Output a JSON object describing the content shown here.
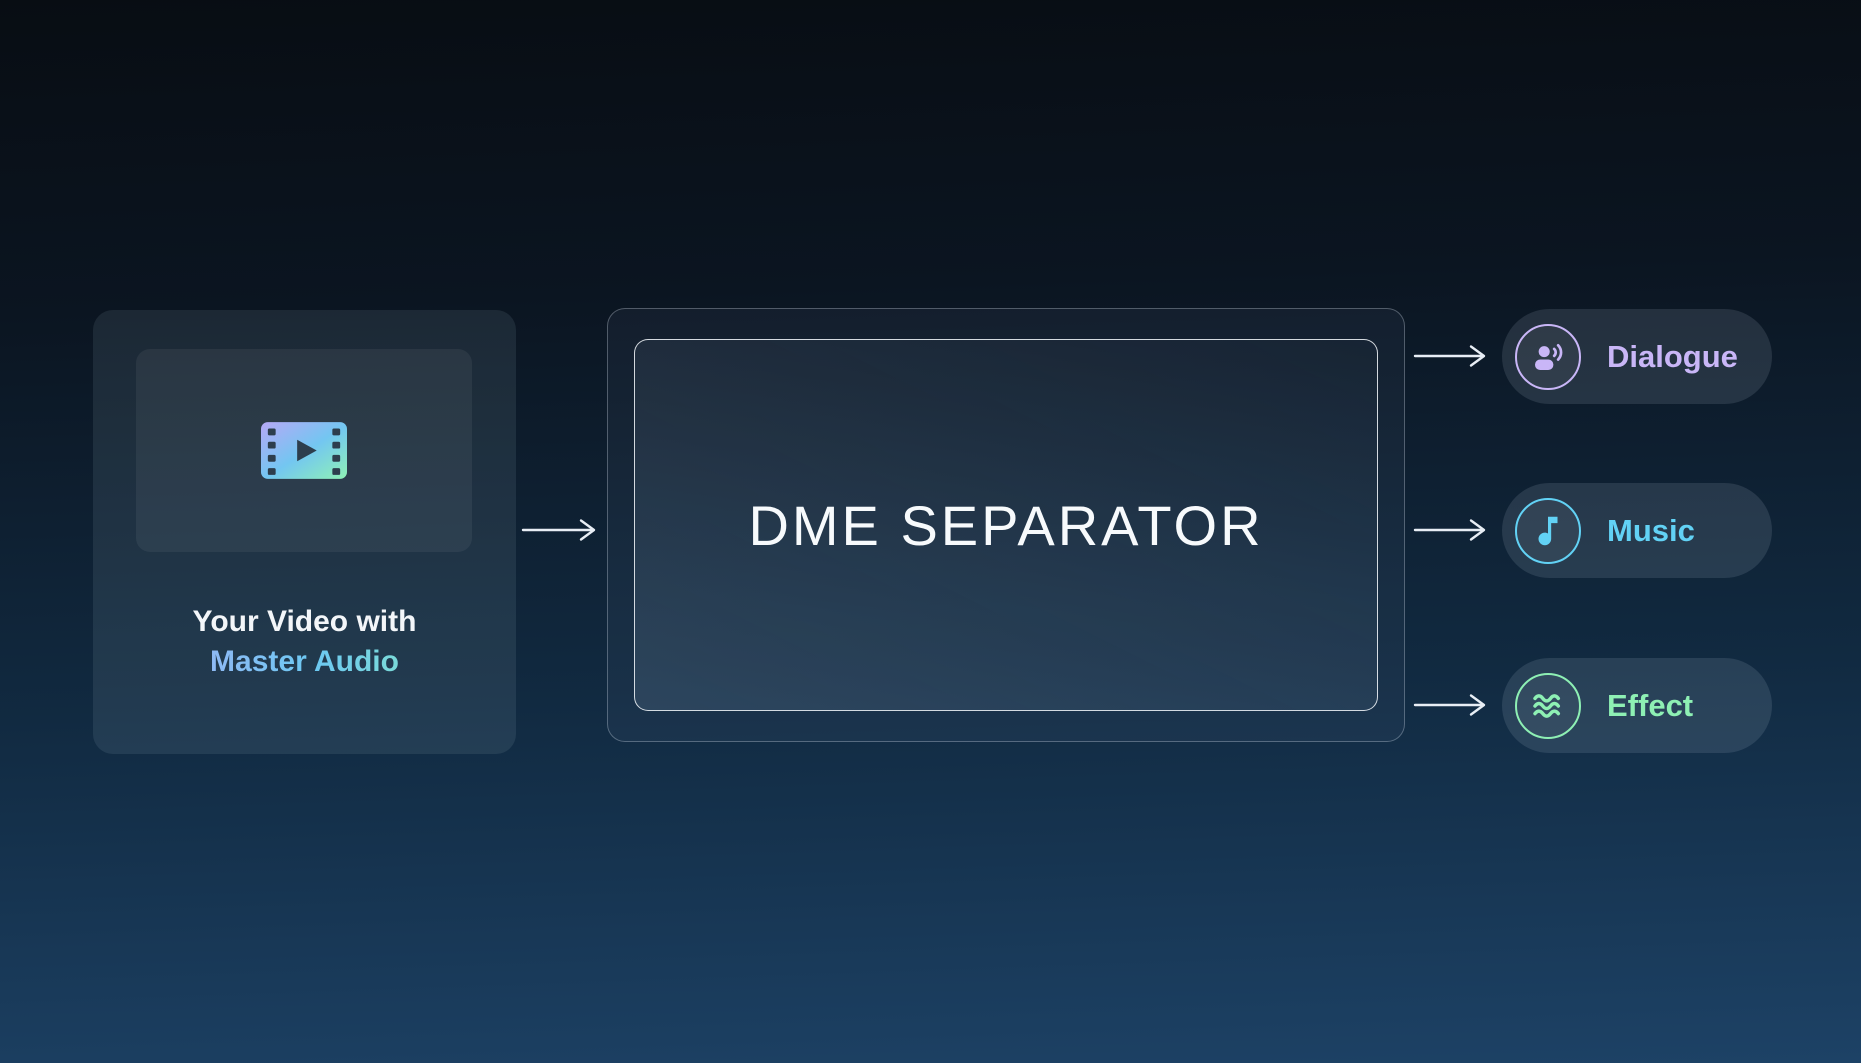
{
  "colors": {
    "background_top": "#080d13",
    "background_bottom": "#1d4266",
    "arrow": "#e8eef5",
    "separator_title_text": "#f7fafc",
    "caption_white": "#f3f6f9",
    "accent_gradient_purple": "#b6a8f6",
    "accent_gradient_blue": "#6cc8f2",
    "accent_gradient_green": "#8df2b6"
  },
  "input_card": {
    "icon": "film-play-icon",
    "title_line1": "Your Video with",
    "title_line2": "Master Audio"
  },
  "separator": {
    "title": "DME SEPARATOR"
  },
  "outputs": [
    {
      "label": "Dialogue",
      "icon": "person-speaking-icon",
      "color": "#c9b6f7"
    },
    {
      "label": "Music",
      "icon": "music-note-icon",
      "color": "#62d2f5"
    },
    {
      "label": "Effect",
      "icon": "sound-waves-icon",
      "color": "#8ef0b4"
    }
  ],
  "arrows": [
    {
      "from": "input-video-card",
      "to": "dme-separator"
    },
    {
      "from": "dme-separator",
      "to": "Dialogue"
    },
    {
      "from": "dme-separator",
      "to": "Music"
    },
    {
      "from": "dme-separator",
      "to": "Effect"
    }
  ]
}
